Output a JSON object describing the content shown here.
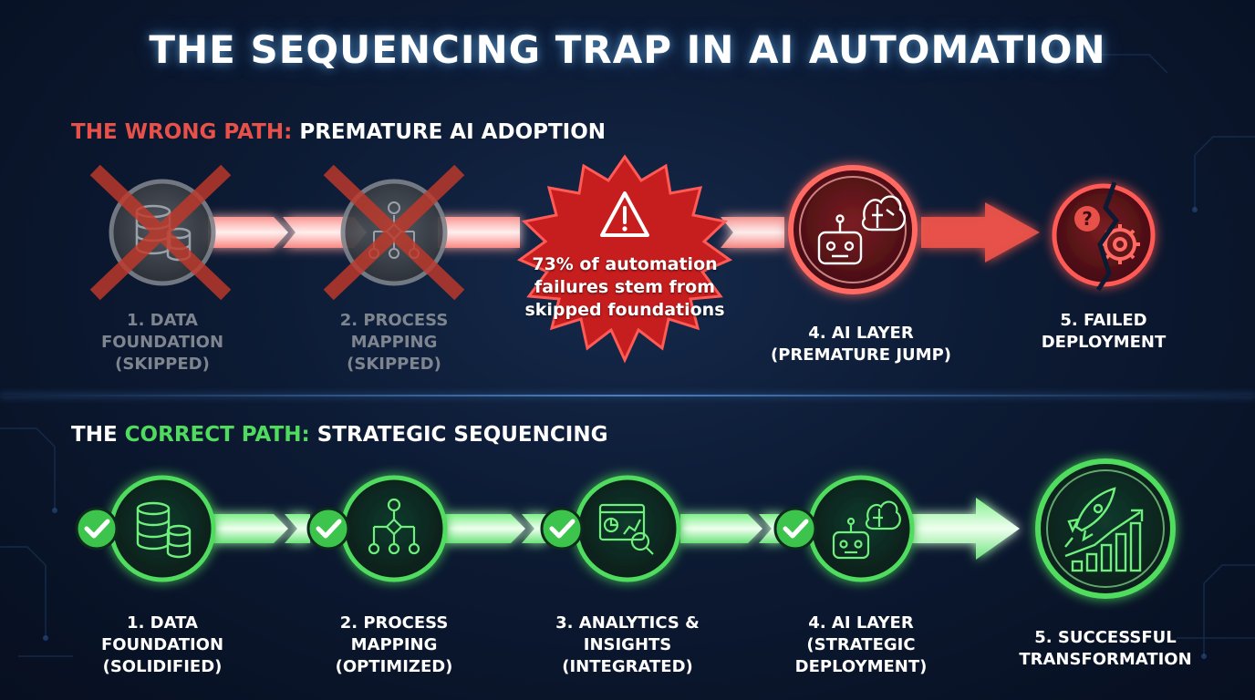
{
  "title": "THE SEQUENCING TRAP IN AI AUTOMATION",
  "wrong_path": {
    "heading_prefix": "THE WRONG PATH:",
    "heading_rest": " PREMATURE AI ADOPTION",
    "steps": [
      {
        "line1": "1. DATA",
        "line2": "FOUNDATION",
        "line3": "(SKIPPED)",
        "icon": "database-icon",
        "status": "skipped"
      },
      {
        "line1": "2. PROCESS",
        "line2": "MAPPING",
        "line3": "(SKIPPED)",
        "icon": "process-flow-icon",
        "status": "skipped"
      },
      {
        "line1": "4. AI LAYER",
        "line2": "(PREMATURE JUMP)",
        "icon": "robot-brain-icon",
        "status": "premature"
      },
      {
        "line1": "5. FAILED",
        "line2": "DEPLOYMENT",
        "icon": "broken-gear-question-icon",
        "status": "failed"
      }
    ],
    "warning": {
      "icon": "warning-triangle-icon",
      "line1": "73% of automation",
      "line2": "failures stem from",
      "line3": "skipped foundations"
    }
  },
  "correct_path": {
    "heading_prefix": "THE ",
    "heading_highlight": "CORRECT PATH:",
    "heading_rest": " STRATEGIC SEQUENCING",
    "steps": [
      {
        "line1": "1. DATA",
        "line2": "FOUNDATION",
        "line3": "(SOLIDIFIED)",
        "icon": "database-icon",
        "status": "done"
      },
      {
        "line1": "2. PROCESS",
        "line2": "MAPPING",
        "line3": "(OPTIMIZED)",
        "icon": "process-flow-icon",
        "status": "done"
      },
      {
        "line1": "3. ANALYTICS &",
        "line2": "INSIGHTS",
        "line3": "(INTEGRATED)",
        "icon": "analytics-dashboard-icon",
        "status": "done"
      },
      {
        "line1": "4. AI LAYER",
        "line2": "(STRATEGIC",
        "line3": "DEPLOYMENT)",
        "icon": "robot-brain-icon",
        "status": "done"
      },
      {
        "line1": "5. SUCCESSFUL",
        "line2": "TRANSFORMATION",
        "icon": "rocket-growth-icon",
        "status": "success"
      }
    ]
  },
  "colors": {
    "red": "#e8514a",
    "green": "#4fdc5e",
    "background": "#0c1a33",
    "grey": "#7e858f"
  }
}
